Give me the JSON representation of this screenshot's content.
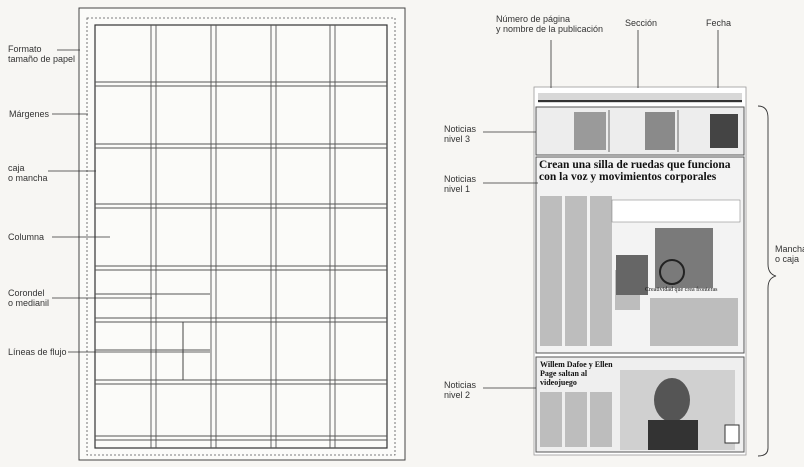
{
  "left_labels": {
    "formato": "Formato\ntamaño de papel",
    "margenes": "Márgenes",
    "caja": "caja\no mancha",
    "columna": "Columna",
    "corondel": "Corondel\no medianil",
    "lineas_flujo": "Líneas de flujo"
  },
  "right_labels": {
    "numero_pagina": "Número de página\ny nombre de la publicación",
    "seccion": "Sección",
    "fecha": "Fecha",
    "noticias_3": "Noticias\nnivel 3",
    "noticias_1": "Noticias\nnivel 1",
    "noticias_2": "Noticias\nnivel 2",
    "mancha": "Mancha\no caja"
  },
  "newspaper": {
    "headline_1": "Crean una silla de ruedas que funciona con la voz y movimientos corporales",
    "headline_secondary": "Creatividad que crea fronteras",
    "headline_2": "Willem Dafoe y Ellen Page saltan al videojuego"
  }
}
